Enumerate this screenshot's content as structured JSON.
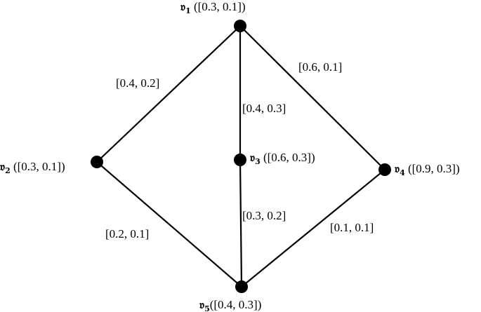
{
  "vertices": [
    {
      "id": "v1",
      "letter": "𝔳",
      "index": "1",
      "value": " ([0.3, 0.1])"
    },
    {
      "id": "v2",
      "letter": "𝔳",
      "index": "2",
      "value": " ([0.3, 0.1])"
    },
    {
      "id": "v3",
      "letter": "𝔳",
      "index": "3",
      "value": " ([0.6, 0.3])"
    },
    {
      "id": "v4",
      "letter": "𝔳",
      "index": "4",
      "value": " ([0.9, 0.3])"
    },
    {
      "id": "v5",
      "letter": "𝔳",
      "index": "5",
      "value": "([0.4, 0.3])"
    }
  ],
  "edges": [
    {
      "from": "v1",
      "to": "v2",
      "label": "[0.4, 0.2]"
    },
    {
      "from": "v1",
      "to": "v3",
      "label": "[0.4, 0.3]"
    },
    {
      "from": "v1",
      "to": "v4",
      "label": "[0.6, 0.1]"
    },
    {
      "from": "v2",
      "to": "v5",
      "label": "[0.2, 0.1]"
    },
    {
      "from": "v3",
      "to": "v5",
      "label": "[0.3, 0.2]"
    },
    {
      "from": "v4",
      "to": "v5",
      "label": "[0.1, 0.1]"
    }
  ]
}
